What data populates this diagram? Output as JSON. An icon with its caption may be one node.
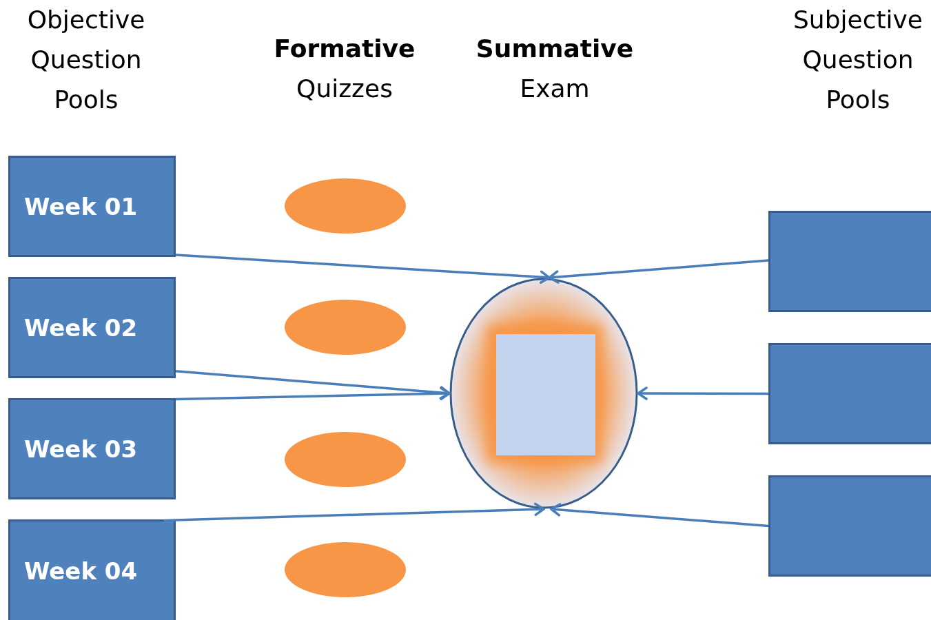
{
  "diagram": {
    "nodes": [
      {
        "text": [
          "Week 01"
        ]
      },
      {
        "text": [
          "Week 02"
        ]
      },
      {
        "text": [
          "Week 03"
        ]
      },
      {
        "text": [
          "Week 04"
        ]
      },
      {
        "text": [],
        "shape": "circle"
      },
      {
        "text": [],
        "shape": "circle"
      },
      {
        "text": [],
        "shape": "circle"
      },
      {
        "text": [],
        "shape": "circle"
      },
      {
        "text": [],
        "shape": "circle"
      },
      {
        "text": [],
        "shape": "box"
      },
      {
        "text": [],
        "shape": "box"
      },
      {
        "text": [],
        "shape": "box"
      }
    ],
    "edges": [
      {
        "from": 0,
        "to": 8,
        "arrow": "to"
      },
      {
        "from": 1,
        "to": 8,
        "arrow": "to"
      },
      {
        "from": 2,
        "to": 8,
        "arrow": "to"
      },
      {
        "from": 3,
        "to": 8,
        "arrow": "to"
      },
      {
        "from": 9,
        "to": 8,
        "arrow": "to"
      },
      {
        "from": 10,
        "to": 8,
        "arrow": "to"
      },
      {
        "from": 11,
        "to": 8,
        "arrow": "to"
      }
    ],
    "labels": [
      "Objective Question Pools",
      "**Formative** Quizzes",
      "**Summative** Exam",
      "Subjective Question Pools"
    ]
  }
}
